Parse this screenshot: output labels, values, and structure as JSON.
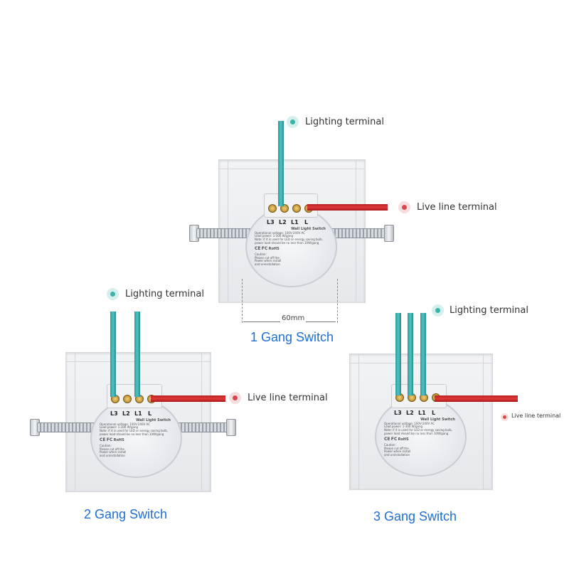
{
  "colors": {
    "caption_blue": "#1f6ed4",
    "teal_marker": "#3bb3a6",
    "red_marker": "#d9474f",
    "teal_wire": "#3fb6b4",
    "red_wire": "#d42a2a"
  },
  "terminal_labels": [
    "L3",
    "L2",
    "L1",
    "L"
  ],
  "module_info": {
    "title": "Wall Light Switch",
    "specs": [
      "Operational voltage: 100V-240V AC",
      "Load power: 1-300 W/gang",
      "Note: if it is used for LED or energy saving bulb,",
      "power load should be no less than 10W/gang"
    ],
    "caution_title": "Caution:",
    "caution_text": [
      "Please cut off the",
      "Power when install",
      "and uninstallation"
    ],
    "cert": [
      "CE",
      "FC",
      "RoHS"
    ]
  },
  "switches": {
    "one": {
      "caption": "1 Gang Switch",
      "lighting_label": "Lighting terminal",
      "live_label": "Live line terminal",
      "dimension": "60mm"
    },
    "two": {
      "caption": "2 Gang Switch",
      "lighting_label": "Lighting terminal",
      "live_label": "Live line terminal"
    },
    "three": {
      "caption": "3 Gang Switch",
      "lighting_label": "Lighting terminal",
      "live_label": "Live line terminal"
    }
  }
}
